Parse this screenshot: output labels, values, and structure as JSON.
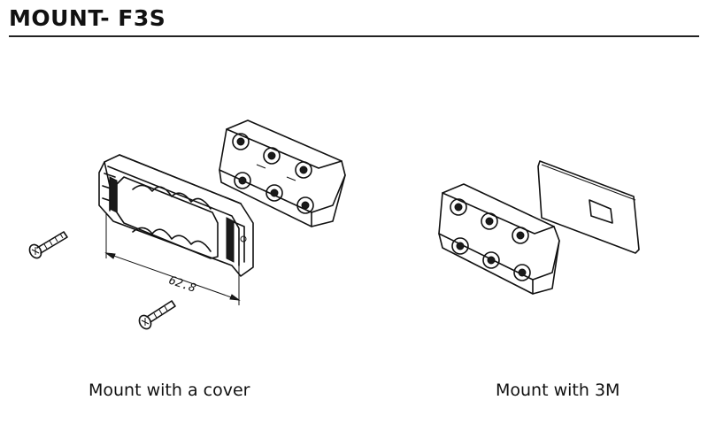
{
  "title": "MOUNT- F3S",
  "dimension_label": "62.8",
  "captions": {
    "left": "Mount with a cover",
    "right": "Mount with 3M"
  }
}
